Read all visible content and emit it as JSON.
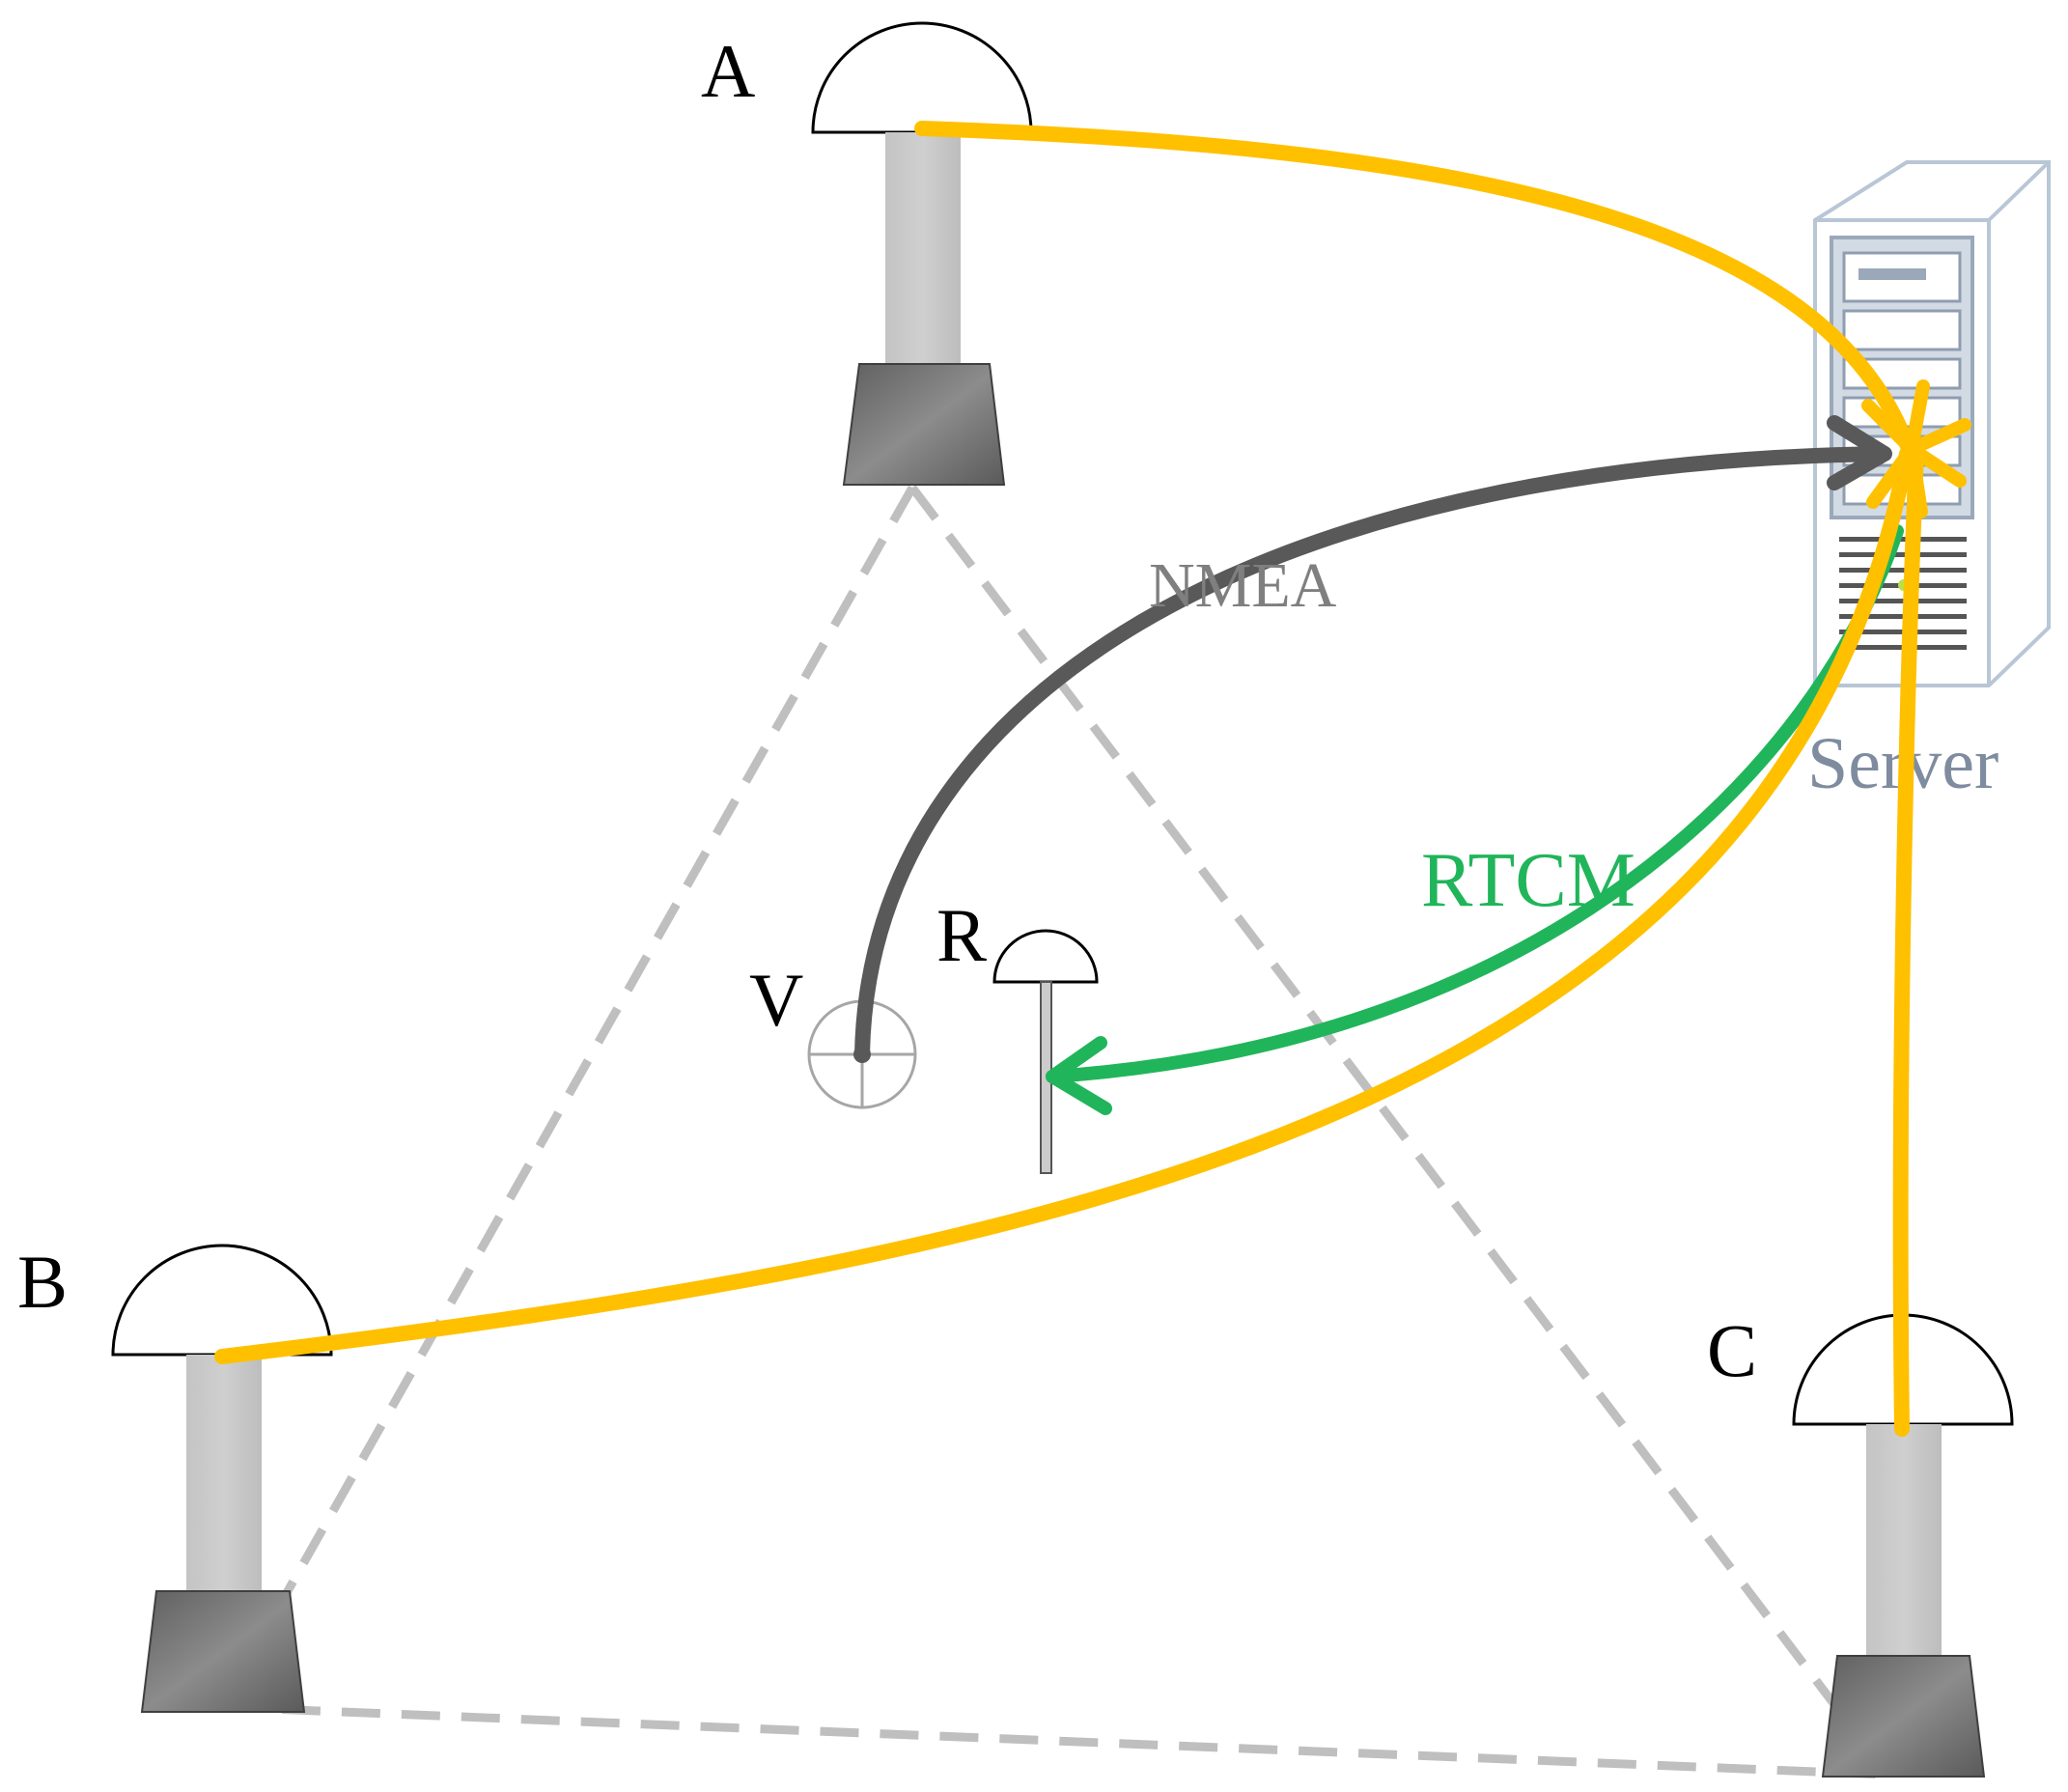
{
  "labels": {
    "station_a": "A",
    "station_b": "B",
    "station_c": "C",
    "virtual_station": "V",
    "rover": "R",
    "server": "Server",
    "nmea": "NMEA",
    "rtcm": "RTCM"
  },
  "colors": {
    "observation_link": "#FFC000",
    "nmea_link": "#595959",
    "rtcm_link": "#20B55A",
    "baseline": "#BFBFBF",
    "server_text": "#7F8C9F",
    "nmea_text": "#7F7F7F",
    "rtcm_text": "#20B55A"
  }
}
